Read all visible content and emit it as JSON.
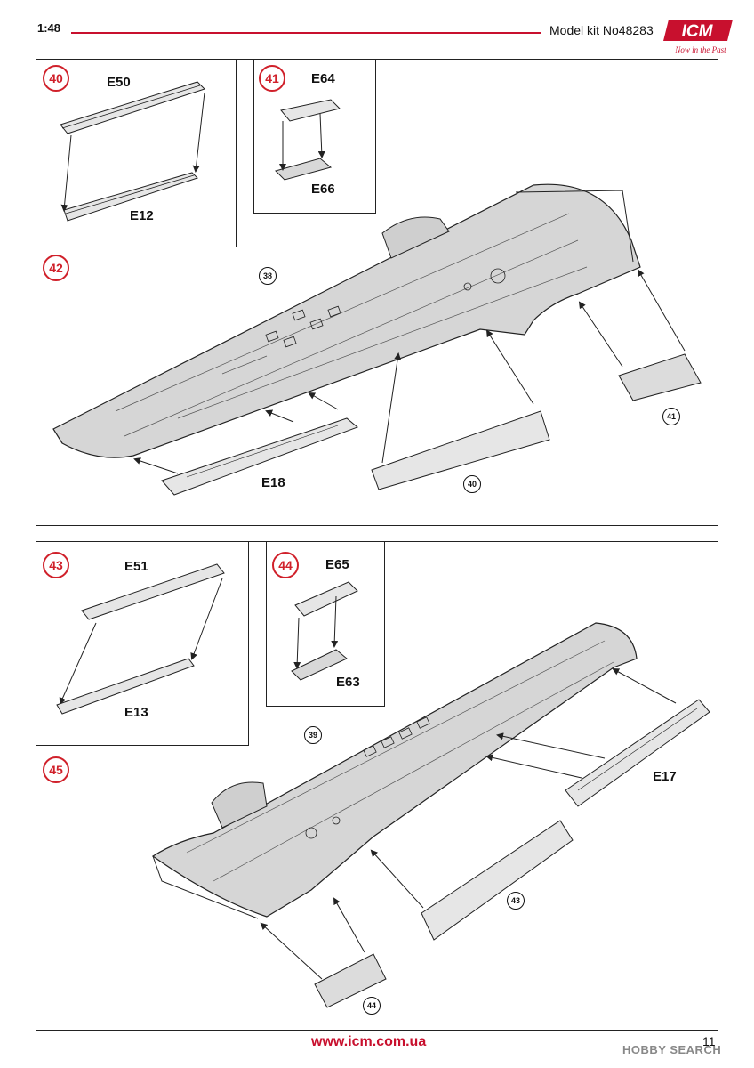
{
  "header": {
    "scale": "1:48",
    "kit": "Model kit No48283",
    "logo_text": "ICM",
    "logo_tagline": "Now in the Past",
    "logo_color": "#c8102e"
  },
  "panel_top": {
    "step_main": "42",
    "ref_wing": "38",
    "ref_slat": "40",
    "ref_flap": "41",
    "part_slat": "E18",
    "inset_a": {
      "step": "40",
      "top_part": "E50",
      "bottom_part": "E12"
    },
    "inset_b": {
      "step": "41",
      "top_part": "E64",
      "bottom_part": "E66"
    }
  },
  "panel_bottom": {
    "step_main": "45",
    "ref_wing": "39",
    "ref_slat": "43",
    "ref_flap": "44",
    "part_slat": "E17",
    "inset_a": {
      "step": "43",
      "top_part": "E51",
      "bottom_part": "E13"
    },
    "inset_b": {
      "step": "44",
      "top_part": "E65",
      "bottom_part": "E63"
    }
  },
  "footer": {
    "url": "www.icm.com.ua",
    "page": "11",
    "watermark": "HOBBY SEARCH"
  },
  "colors": {
    "accent": "#d0202a",
    "wing_fill": "#d6d6d6",
    "line": "#222222"
  }
}
